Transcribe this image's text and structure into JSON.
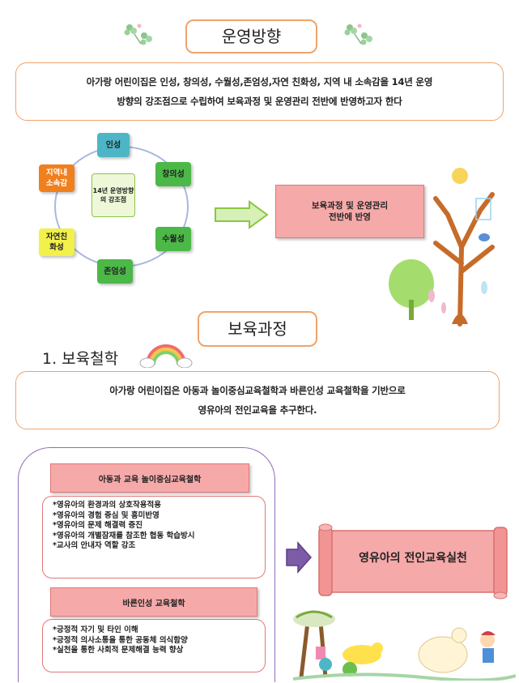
{
  "section1": {
    "title": "운영방향",
    "text_line1": "아가랑 어린이집은 인성, 창의성, 수월성,존엄성,자연 친화성, 지역 내 소속감을 14년 운영",
    "text_line2": "방향의 강조점으로 수립하여 보육과정 및 운영관리 전반에 반영하고자 한다"
  },
  "cycle": {
    "center": "14년 운영방향의 강조점",
    "nodes": [
      "인성",
      "창의성",
      "수월성",
      "존엄성",
      "자연친화성",
      "지역내소속감"
    ],
    "colors": {
      "teal": "#4db6c6",
      "green": "#4cb848",
      "yellow": "#f2f04a",
      "orange": "#f07f1e"
    }
  },
  "result1": {
    "text_line1": "보육과정 및  운영관리",
    "text_line2": "전반에 반영"
  },
  "section2": {
    "title": "보육과정",
    "subheading": "1. 보육철학",
    "text_line1": "아가랑 어린이집은 아동과 놀이중심교육철학과 바른인성 교육철학을 기반으로",
    "text_line2": "영유아의 전인교육을 추구한다."
  },
  "philosophy": {
    "box1_title": "아동과 교육 놀이중심교육철학",
    "box1_items": [
      "*영유아의 환경과의 상호작용적용",
      "*영유아의 경험 중심 및 흥미반영",
      "*영유아의 문제 해결력 증진",
      "*영유아의 개별잠재를 참조한 협동 학습방시",
      "*교사의 안내자 역할 강조"
    ],
    "box2_title": "바른인성 교육철학",
    "box2_items": [
      "*긍정적 자기 및 타인 이해",
      "*긍정적 의사소통을 통한 공동체 의식함양",
      "*실천을 통한 사회적 문제해결 능력 향상"
    ],
    "scroll_text": "영유아의 전인교육실천"
  }
}
